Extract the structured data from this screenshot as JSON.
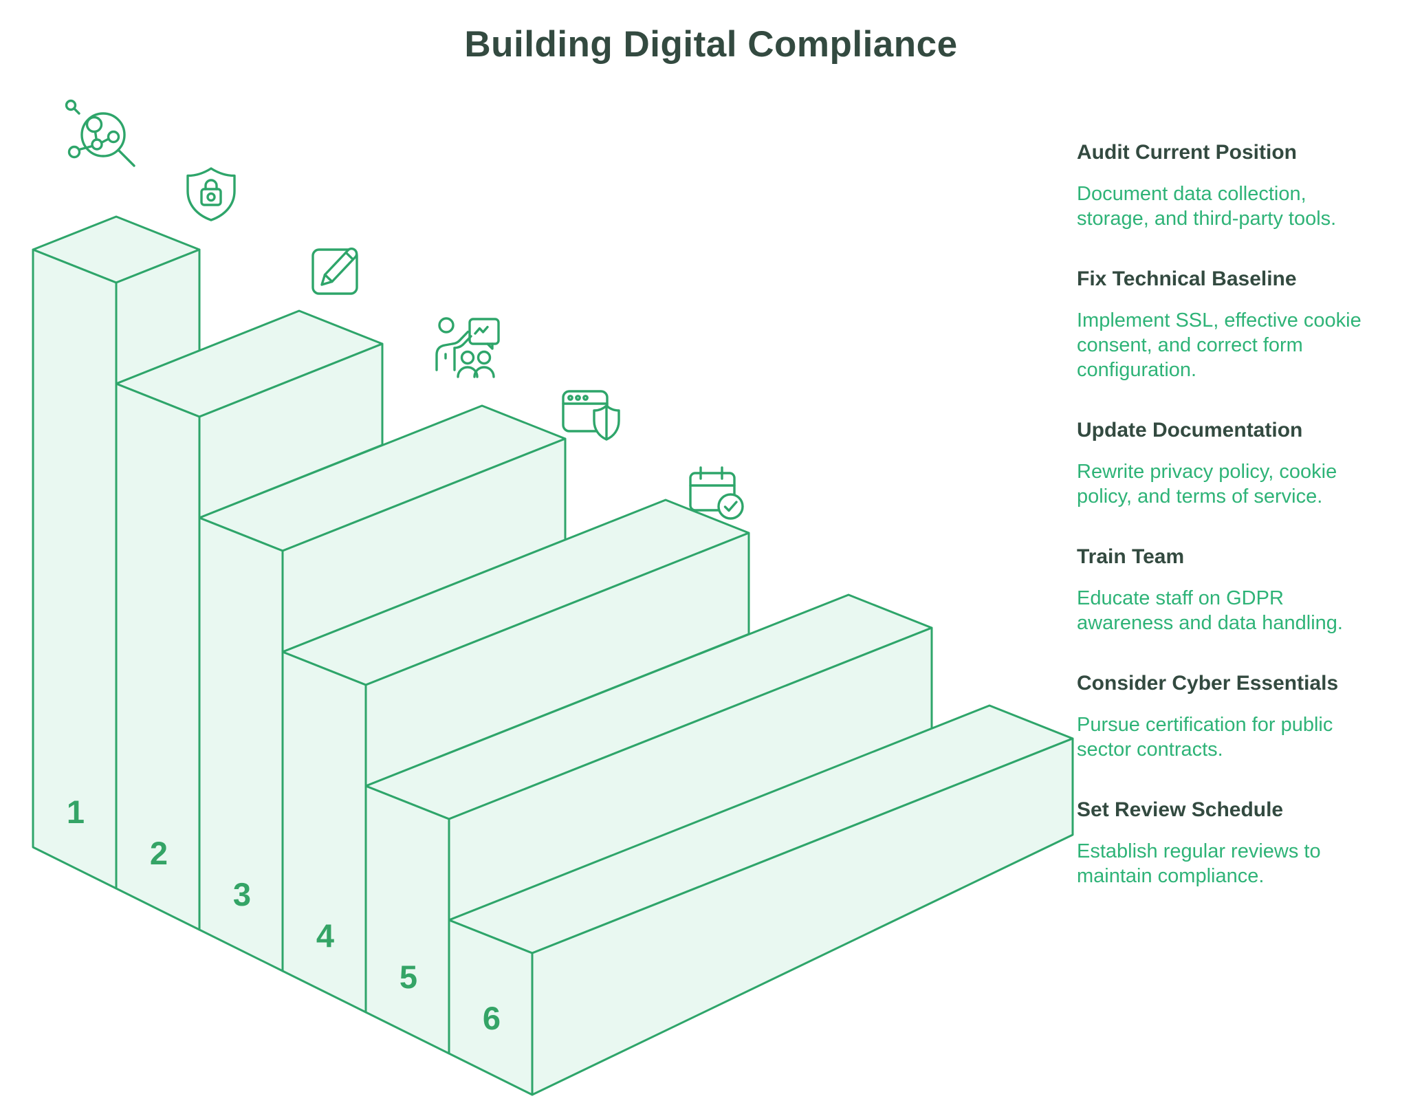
{
  "title": "Building Digital Compliance",
  "colors": {
    "ink": "#334a40",
    "body-green": "#2eb377",
    "step-fill": "#e9f8f1",
    "step-stroke": "#2ea56a",
    "num-green": "#34a466"
  },
  "steps": [
    {
      "number": "1",
      "icon": "analysis-magnifier-icon",
      "title": "Audit Current Position",
      "description": "Document data collection, storage, and third-party tools."
    },
    {
      "number": "2",
      "icon": "shield-lock-icon",
      "title": "Fix Technical Baseline",
      "description": "Implement SSL, effective cookie consent, and correct form configuration."
    },
    {
      "number": "3",
      "icon": "edit-document-icon",
      "title": "Update Documentation",
      "description": "Rewrite privacy policy, cookie policy, and terms of service."
    },
    {
      "number": "4",
      "icon": "training-presentation-icon",
      "title": "Train Team",
      "description": "Educate staff on GDPR awareness and data handling."
    },
    {
      "number": "5",
      "icon": "browser-shield-icon",
      "title": "Consider Cyber Essentials",
      "description": "Pursue certification for public sector contracts."
    },
    {
      "number": "6",
      "icon": "calendar-check-icon",
      "title": "Set Review Schedule",
      "description": "Establish regular reviews to maintain compliance."
    }
  ]
}
